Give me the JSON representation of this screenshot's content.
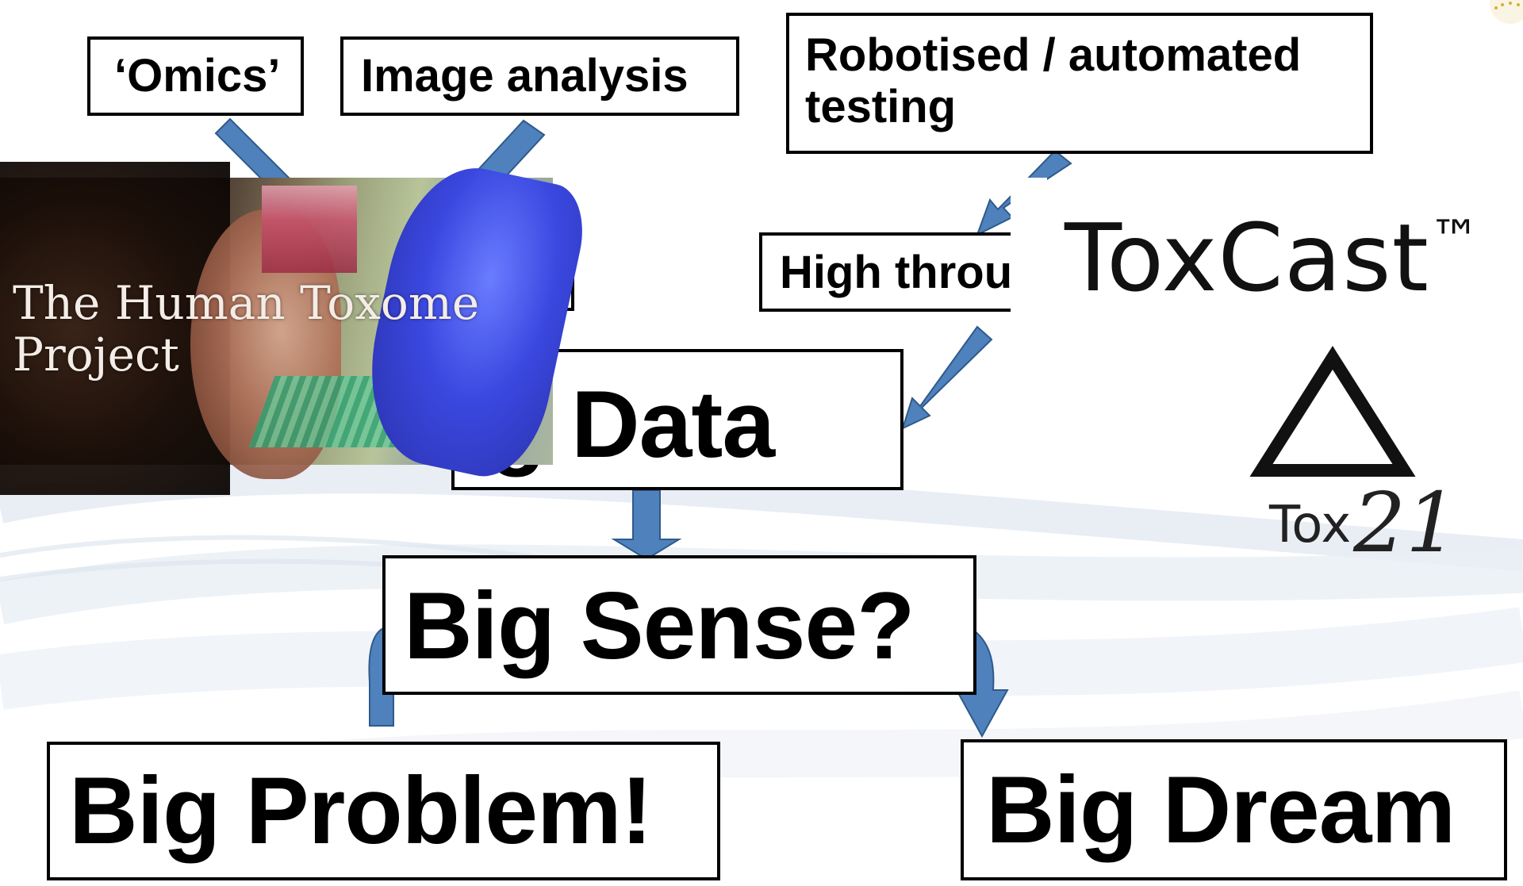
{
  "boxes": {
    "omics": "‘Omics’",
    "image_analysis": "Image analysis",
    "robotised": "Robotised / automated testing",
    "high_throughput": "High throu",
    "big_data": "ig Data",
    "big_sense": "Big Sense?",
    "big_problem": "Big Problem!",
    "big_dream": "Big Dream"
  },
  "photo": {
    "title_line1": "The Human Toxome",
    "title_line2": "Project"
  },
  "logos": {
    "toxcast": "ToxCast",
    "toxcast_tm": "™",
    "tox21_prefix": "Tox",
    "tox21_number": "21"
  },
  "colors": {
    "arrow_fill": "#4f81bd",
    "arrow_stroke": "#2f5a8a",
    "box_border": "#000000",
    "swoosh": "#dde6ef"
  }
}
